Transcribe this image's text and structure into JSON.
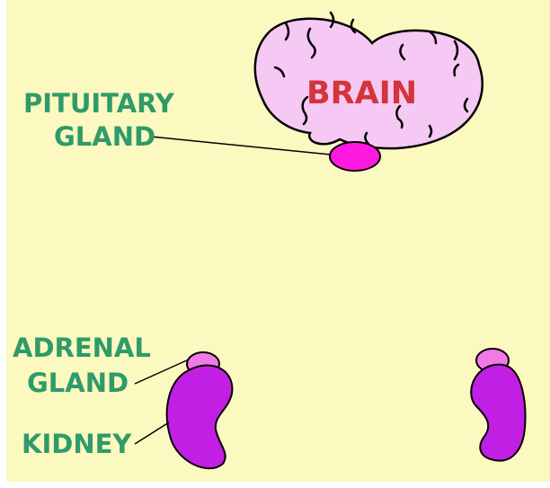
{
  "diagram": {
    "labels": {
      "brain": "BRAIN",
      "pituitary_line1": "PITUITARY",
      "pituitary_line2": "GLAND",
      "adrenal_line1": "ADRENAL",
      "adrenal_line2": "GLAND",
      "kidney": "KIDNEY"
    },
    "colors": {
      "background": "#fbf8c0",
      "brain_fill": "#f6c8f4",
      "pituitary_fill": "#ff18e0",
      "adrenal_fill": "#f17ae8",
      "kidney_fill": "#c11fe3",
      "label_green": "#2e9b69",
      "brain_text": "#d2353a",
      "outline": "#000000"
    }
  }
}
